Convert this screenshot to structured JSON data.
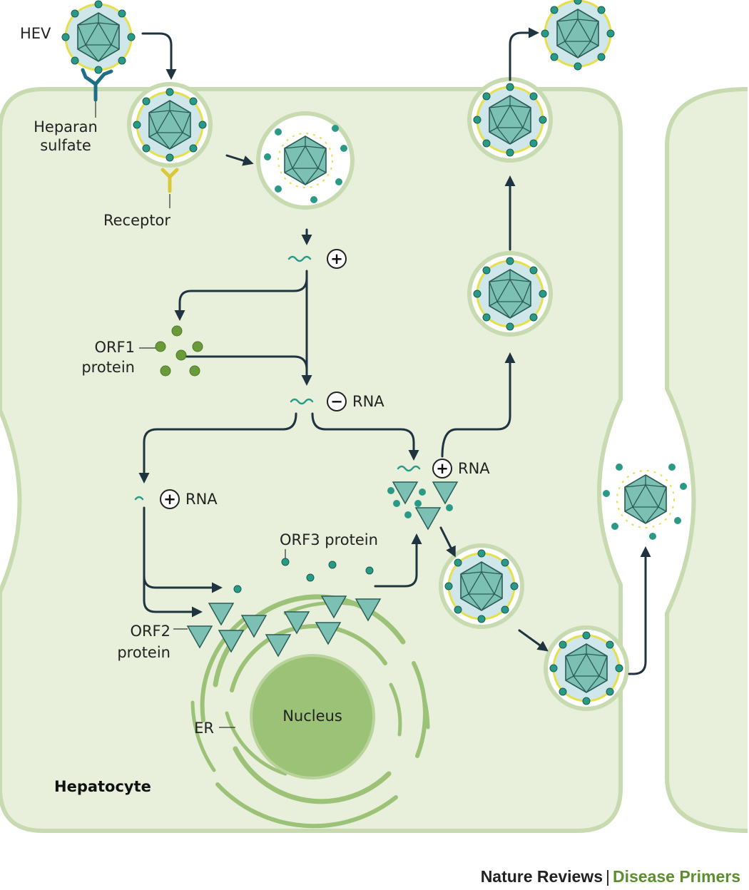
{
  "colors": {
    "cell_fill": "#e8f0dc",
    "cell_stroke": "#c7dab0",
    "capsid": "#7cc0b3",
    "capsid_stroke": "#2a5c55",
    "envelope": "#cfe7ea",
    "lipid": "#e7df4a",
    "protein_dot": "#2a9a86",
    "orf1": "#6a9a3a",
    "er": "#9cc278",
    "nucleus": "#9cc278",
    "arrow": "#1f3340",
    "rna": "#2a9a86"
  },
  "labels": {
    "hev": "HEV",
    "heparan_sulfate": [
      "Heparan",
      "sulfate"
    ],
    "receptor": "Receptor",
    "orf1_protein": [
      "ORF1",
      "protein"
    ],
    "minus_rna": "RNA",
    "plus_rna_left": "RNA",
    "plus_rna_right": "RNA",
    "orf3_protein": "ORF3 protein",
    "orf2_protein": [
      "ORF2",
      "protein"
    ],
    "er": "ER",
    "nucleus": "Nucleus",
    "hepatocyte": "Hepatocyte",
    "plus_sign": "+",
    "minus_sign": "−"
  },
  "footer": {
    "journal": "Nature Reviews",
    "separator": "|",
    "series": "Disease Primers"
  }
}
